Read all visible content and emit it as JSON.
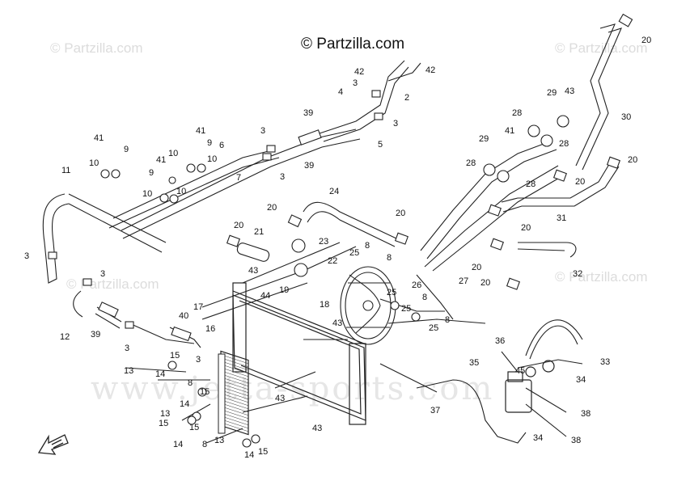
{
  "copyright": "© Partzilla.com",
  "watermarks": {
    "small": "© Partzilla.com",
    "big": "www.jetta-sports.com"
  },
  "callouts": [
    {
      "id": "c42a",
      "label": "42"
    },
    {
      "id": "c42b",
      "label": "42"
    },
    {
      "id": "c3a",
      "label": "3"
    },
    {
      "id": "c2",
      "label": "2"
    },
    {
      "id": "c3b",
      "label": "3"
    },
    {
      "id": "c4",
      "label": "4"
    },
    {
      "id": "c5",
      "label": "5"
    },
    {
      "id": "c39a",
      "label": "39"
    },
    {
      "id": "c39b",
      "label": "39"
    },
    {
      "id": "c3c",
      "label": "3"
    },
    {
      "id": "c3d",
      "label": "3"
    },
    {
      "id": "c6",
      "label": "6"
    },
    {
      "id": "c7",
      "label": "7"
    },
    {
      "id": "c41a",
      "label": "41"
    },
    {
      "id": "c9a",
      "label": "9"
    },
    {
      "id": "c10a",
      "label": "10"
    },
    {
      "id": "c41b",
      "label": "41"
    },
    {
      "id": "c9b",
      "label": "9"
    },
    {
      "id": "c10b",
      "label": "10"
    },
    {
      "id": "c10c",
      "label": "10"
    },
    {
      "id": "c41c",
      "label": "41"
    },
    {
      "id": "c9c",
      "label": "9"
    },
    {
      "id": "c10d",
      "label": "10"
    },
    {
      "id": "c10e",
      "label": "10"
    },
    {
      "id": "c10f",
      "label": "10"
    },
    {
      "id": "c11",
      "label": "11"
    },
    {
      "id": "c3e",
      "label": "3"
    },
    {
      "id": "c3f",
      "label": "3"
    },
    {
      "id": "c12",
      "label": "12"
    },
    {
      "id": "c39c",
      "label": "39"
    },
    {
      "id": "c3g",
      "label": "3"
    },
    {
      "id": "c40",
      "label": "40"
    },
    {
      "id": "c20a",
      "label": "20"
    },
    {
      "id": "c30",
      "label": "30"
    },
    {
      "id": "c43a",
      "label": "43"
    },
    {
      "id": "c29a",
      "label": "29"
    },
    {
      "id": "c28a",
      "label": "28"
    },
    {
      "id": "c28b",
      "label": "28"
    },
    {
      "id": "c29b",
      "label": "29"
    },
    {
      "id": "c41d",
      "label": "41"
    },
    {
      "id": "c28c",
      "label": "28"
    },
    {
      "id": "c28d",
      "label": "28"
    },
    {
      "id": "c20b",
      "label": "20"
    },
    {
      "id": "c20c",
      "label": "20"
    },
    {
      "id": "c20d",
      "label": "20"
    },
    {
      "id": "c31",
      "label": "31"
    },
    {
      "id": "c24",
      "label": "24"
    },
    {
      "id": "c20e",
      "label": "20"
    },
    {
      "id": "c20f",
      "label": "20"
    },
    {
      "id": "c21",
      "label": "21"
    },
    {
      "id": "c23",
      "label": "23"
    },
    {
      "id": "c20g",
      "label": "20"
    },
    {
      "id": "c22",
      "label": "22"
    },
    {
      "id": "c43b",
      "label": "43"
    },
    {
      "id": "c25a",
      "label": "25"
    },
    {
      "id": "c8a",
      "label": "8"
    },
    {
      "id": "c8b",
      "label": "8"
    },
    {
      "id": "c26",
      "label": "26"
    },
    {
      "id": "c27",
      "label": "27"
    },
    {
      "id": "c20h",
      "label": "20"
    },
    {
      "id": "c32",
      "label": "32"
    },
    {
      "id": "c20i",
      "label": "20"
    },
    {
      "id": "c44",
      "label": "44"
    },
    {
      "id": "c19",
      "label": "19"
    },
    {
      "id": "c18",
      "label": "18"
    },
    {
      "id": "c25b",
      "label": "25"
    },
    {
      "id": "c8c",
      "label": "8"
    },
    {
      "id": "c25c",
      "label": "25"
    },
    {
      "id": "c8d",
      "label": "8"
    },
    {
      "id": "c25d",
      "label": "25"
    },
    {
      "id": "c17",
      "label": "17"
    },
    {
      "id": "c43c",
      "label": "43"
    },
    {
      "id": "c16",
      "label": "16"
    },
    {
      "id": "c15a",
      "label": "15"
    },
    {
      "id": "c3h",
      "label": "3"
    },
    {
      "id": "c8e",
      "label": "8"
    },
    {
      "id": "c13a",
      "label": "13"
    },
    {
      "id": "c14a",
      "label": "14"
    },
    {
      "id": "c15b",
      "label": "15"
    },
    {
      "id": "c15c",
      "label": "15"
    },
    {
      "id": "c43d",
      "label": "43"
    },
    {
      "id": "c14b",
      "label": "14"
    },
    {
      "id": "c13b",
      "label": "13"
    },
    {
      "id": "c14c",
      "label": "14"
    },
    {
      "id": "c15d",
      "label": "15"
    },
    {
      "id": "c8f",
      "label": "8"
    },
    {
      "id": "c13c",
      "label": "13"
    },
    {
      "id": "c14d",
      "label": "14"
    },
    {
      "id": "c15e",
      "label": "15"
    },
    {
      "id": "c43e",
      "label": "43"
    },
    {
      "id": "c36",
      "label": "36"
    },
    {
      "id": "c35",
      "label": "35"
    },
    {
      "id": "c33",
      "label": "33"
    },
    {
      "id": "c45",
      "label": "45"
    },
    {
      "id": "c34a",
      "label": "34"
    },
    {
      "id": "c37",
      "label": "37"
    },
    {
      "id": "c38a",
      "label": "38"
    },
    {
      "id": "c34b",
      "label": "34"
    },
    {
      "id": "c38b",
      "label": "38"
    }
  ]
}
